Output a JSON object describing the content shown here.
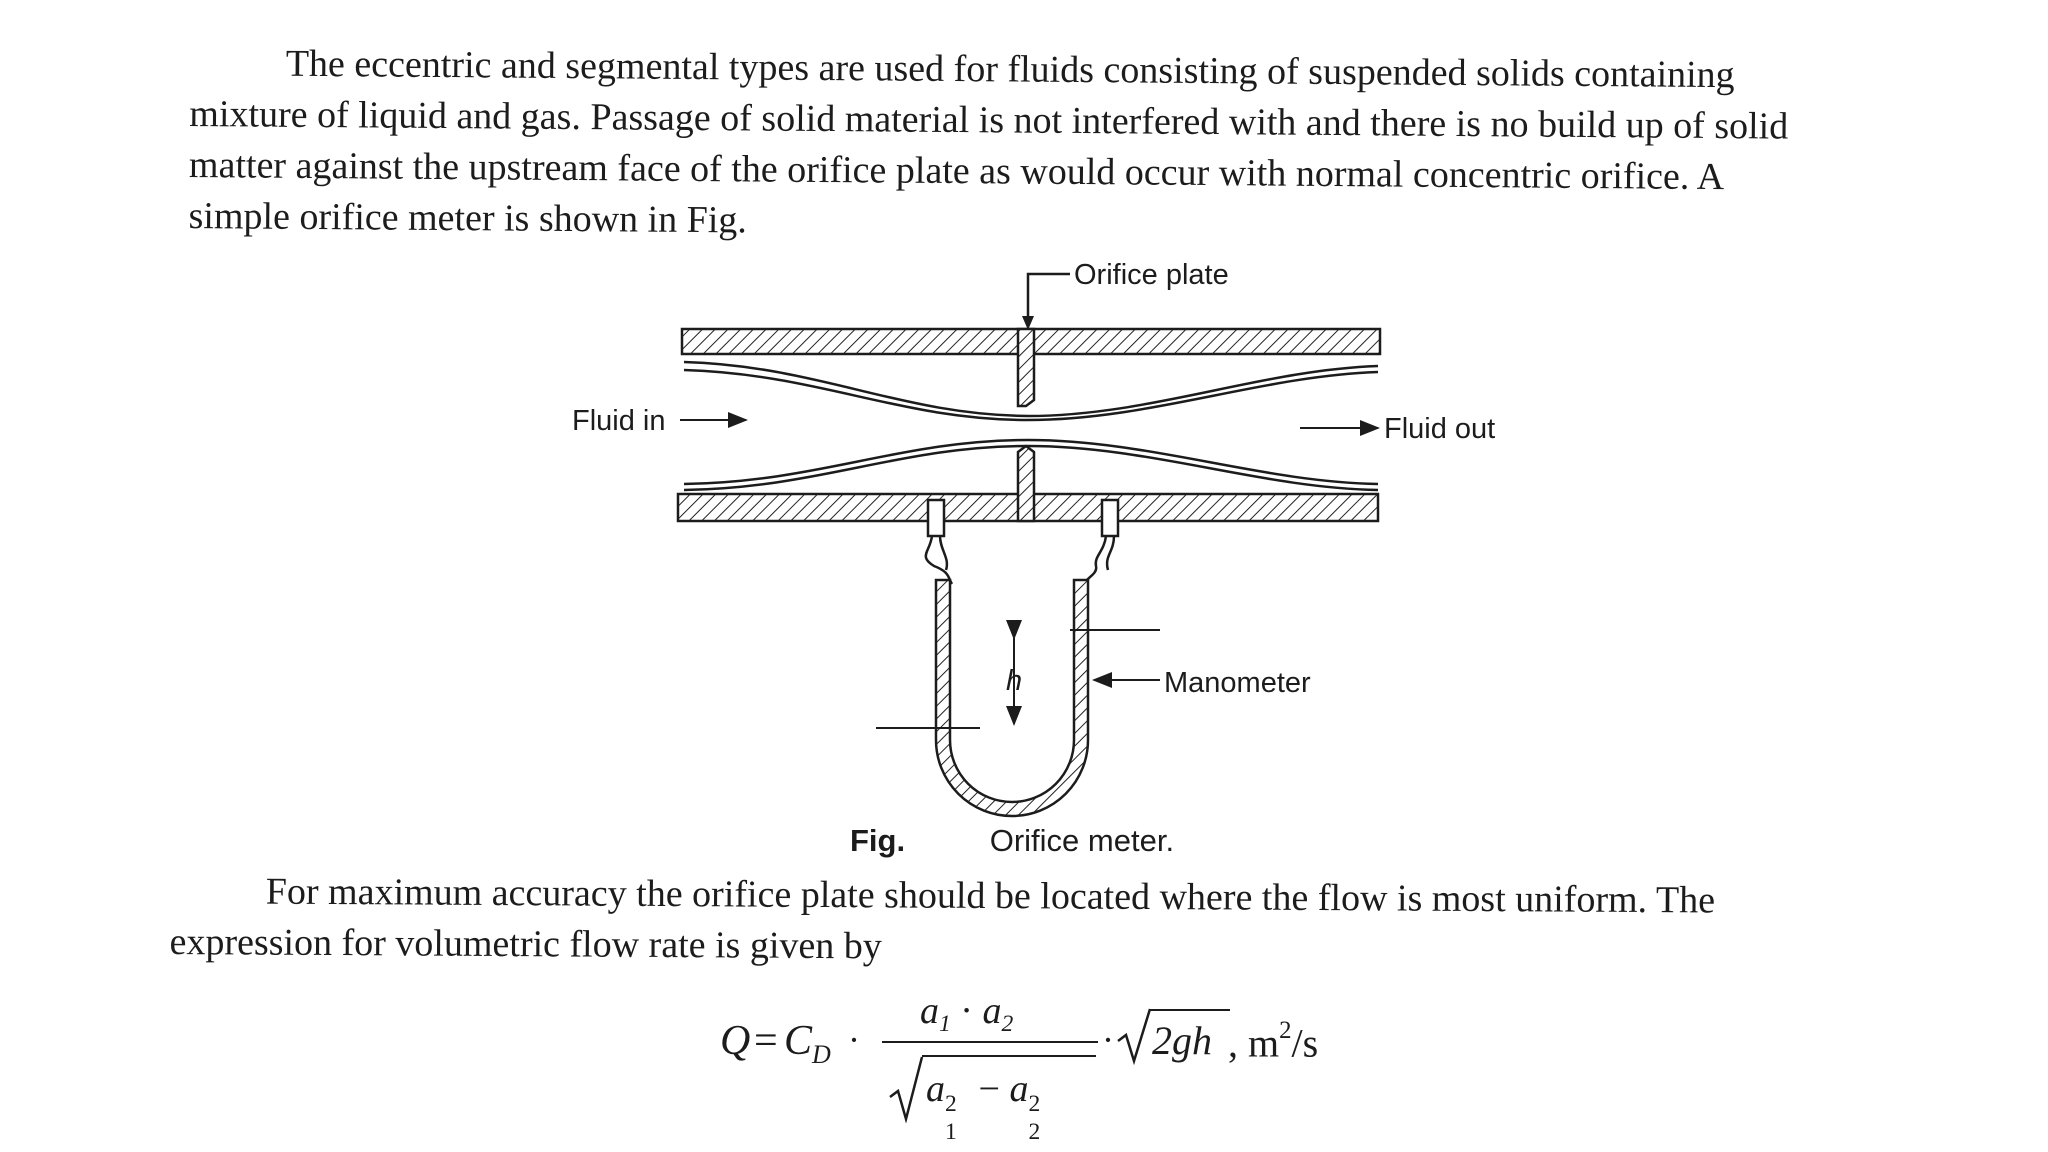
{
  "paragraph1": {
    "lines": [
      "The eccentric and segmental types are used for fluids consisting of suspended solids containing",
      "mixture of liquid and gas. Passage of solid material is not interfered with and there is no build up of solid",
      "matter against the upstream face of the orifice plate as would occur with normal concentric orifice. A",
      "simple orifice meter is shown in Fig."
    ]
  },
  "figure": {
    "labels": {
      "orifice_plate": "Orifice plate",
      "fluid_in": "Fluid in",
      "fluid_out": "Fluid out",
      "manometer": "Manometer",
      "h": "h"
    },
    "caption": {
      "fig": "Fig.",
      "title": "Orifice meter."
    }
  },
  "paragraph2": {
    "lines": [
      "For maximum accuracy the orifice plate should be located where the flow is most uniform. The",
      "expression for volumetric flow rate is given by"
    ]
  },
  "formula": {
    "lhs": "Q",
    "equals": "=",
    "cd_main": "C",
    "cd_sub": "D",
    "dot": "·",
    "num_a1": "a",
    "num_a1_sub": "1",
    "num_dot": "·",
    "num_a2": "a",
    "num_a2_sub": "2",
    "den_a1": "a",
    "den_a1_sub": "1",
    "den_a1_sup": "2",
    "den_minus": "−",
    "den_a2": "a",
    "den_a2_sub": "2",
    "den_a2_sup": "2",
    "dot2": "·",
    "root_content": "2gh",
    "units": ", m",
    "units_sup": "2",
    "units_tail": "/s"
  }
}
